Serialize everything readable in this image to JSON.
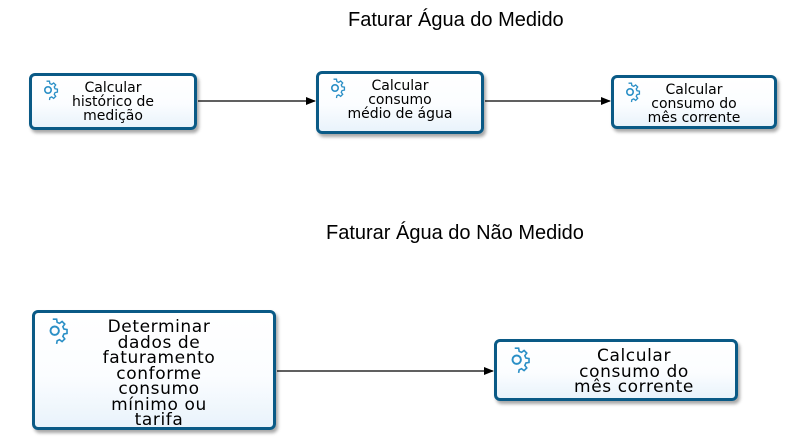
{
  "sections": [
    {
      "title": "Faturar Água do Medido",
      "tasks": [
        {
          "label": "Calcular\nhistórico de\nmedição",
          "icon": "service-task-gear-icon"
        },
        {
          "label": "Calcular\nconsumo\nmédio de água",
          "icon": "service-task-gear-icon"
        },
        {
          "label": "Calcular\nconsumo do\nmês corrente",
          "icon": "service-task-gear-icon"
        }
      ]
    },
    {
      "title": "Faturar Água do Não Medido",
      "tasks": [
        {
          "label": "Determinar\ndados de\nfaturamento\nconforme\nconsumo\nmínimo ou\ntarifa",
          "icon": "service-task-gear-icon"
        },
        {
          "label": "Calcular\nconsumo do\nmês corrente",
          "icon": "service-task-gear-icon"
        }
      ]
    }
  ],
  "colors": {
    "task_border": "#0a5a86",
    "gear": "#2a8fc6",
    "connector": "#000000"
  }
}
